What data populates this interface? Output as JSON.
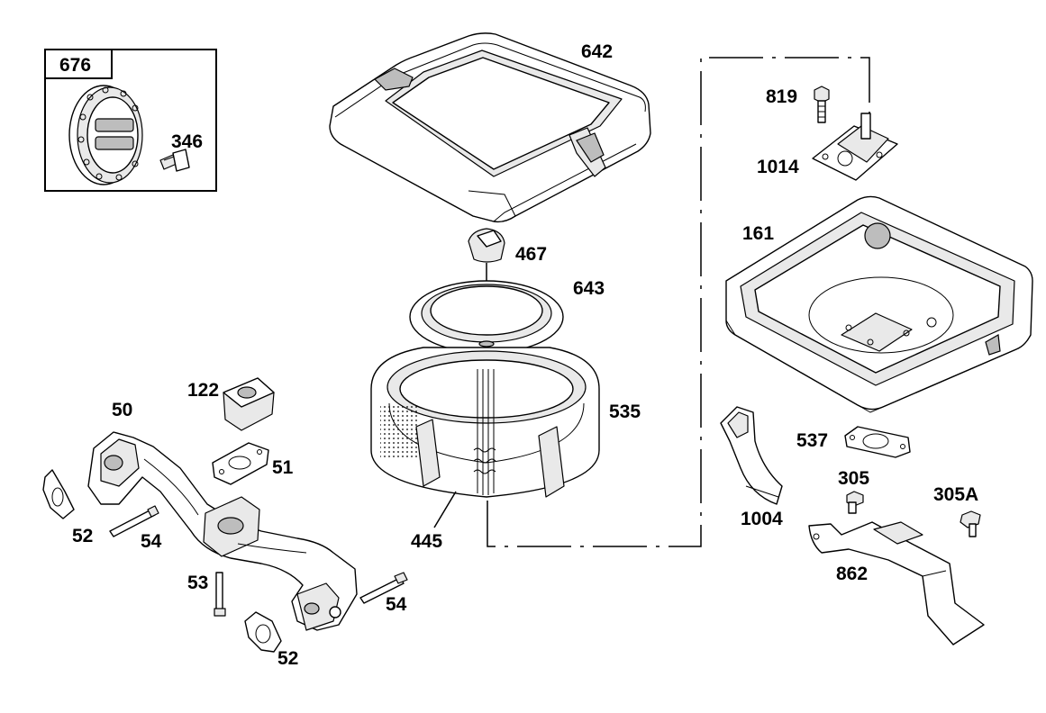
{
  "inset_box": {
    "label": "676",
    "screw_label": "346"
  },
  "labels": {
    "l642": "642",
    "l467": "467",
    "l643": "643",
    "l535": "535",
    "l445": "445",
    "l819": "819",
    "l1014": "1014",
    "l161": "161",
    "l537": "537",
    "l305": "305",
    "l305a": "305A",
    "l1004": "1004",
    "l862": "862",
    "l122": "122",
    "l50": "50",
    "l51": "51",
    "l52a": "52",
    "l54a": "54",
    "l53": "53",
    "l54b": "54",
    "l52b": "52"
  }
}
